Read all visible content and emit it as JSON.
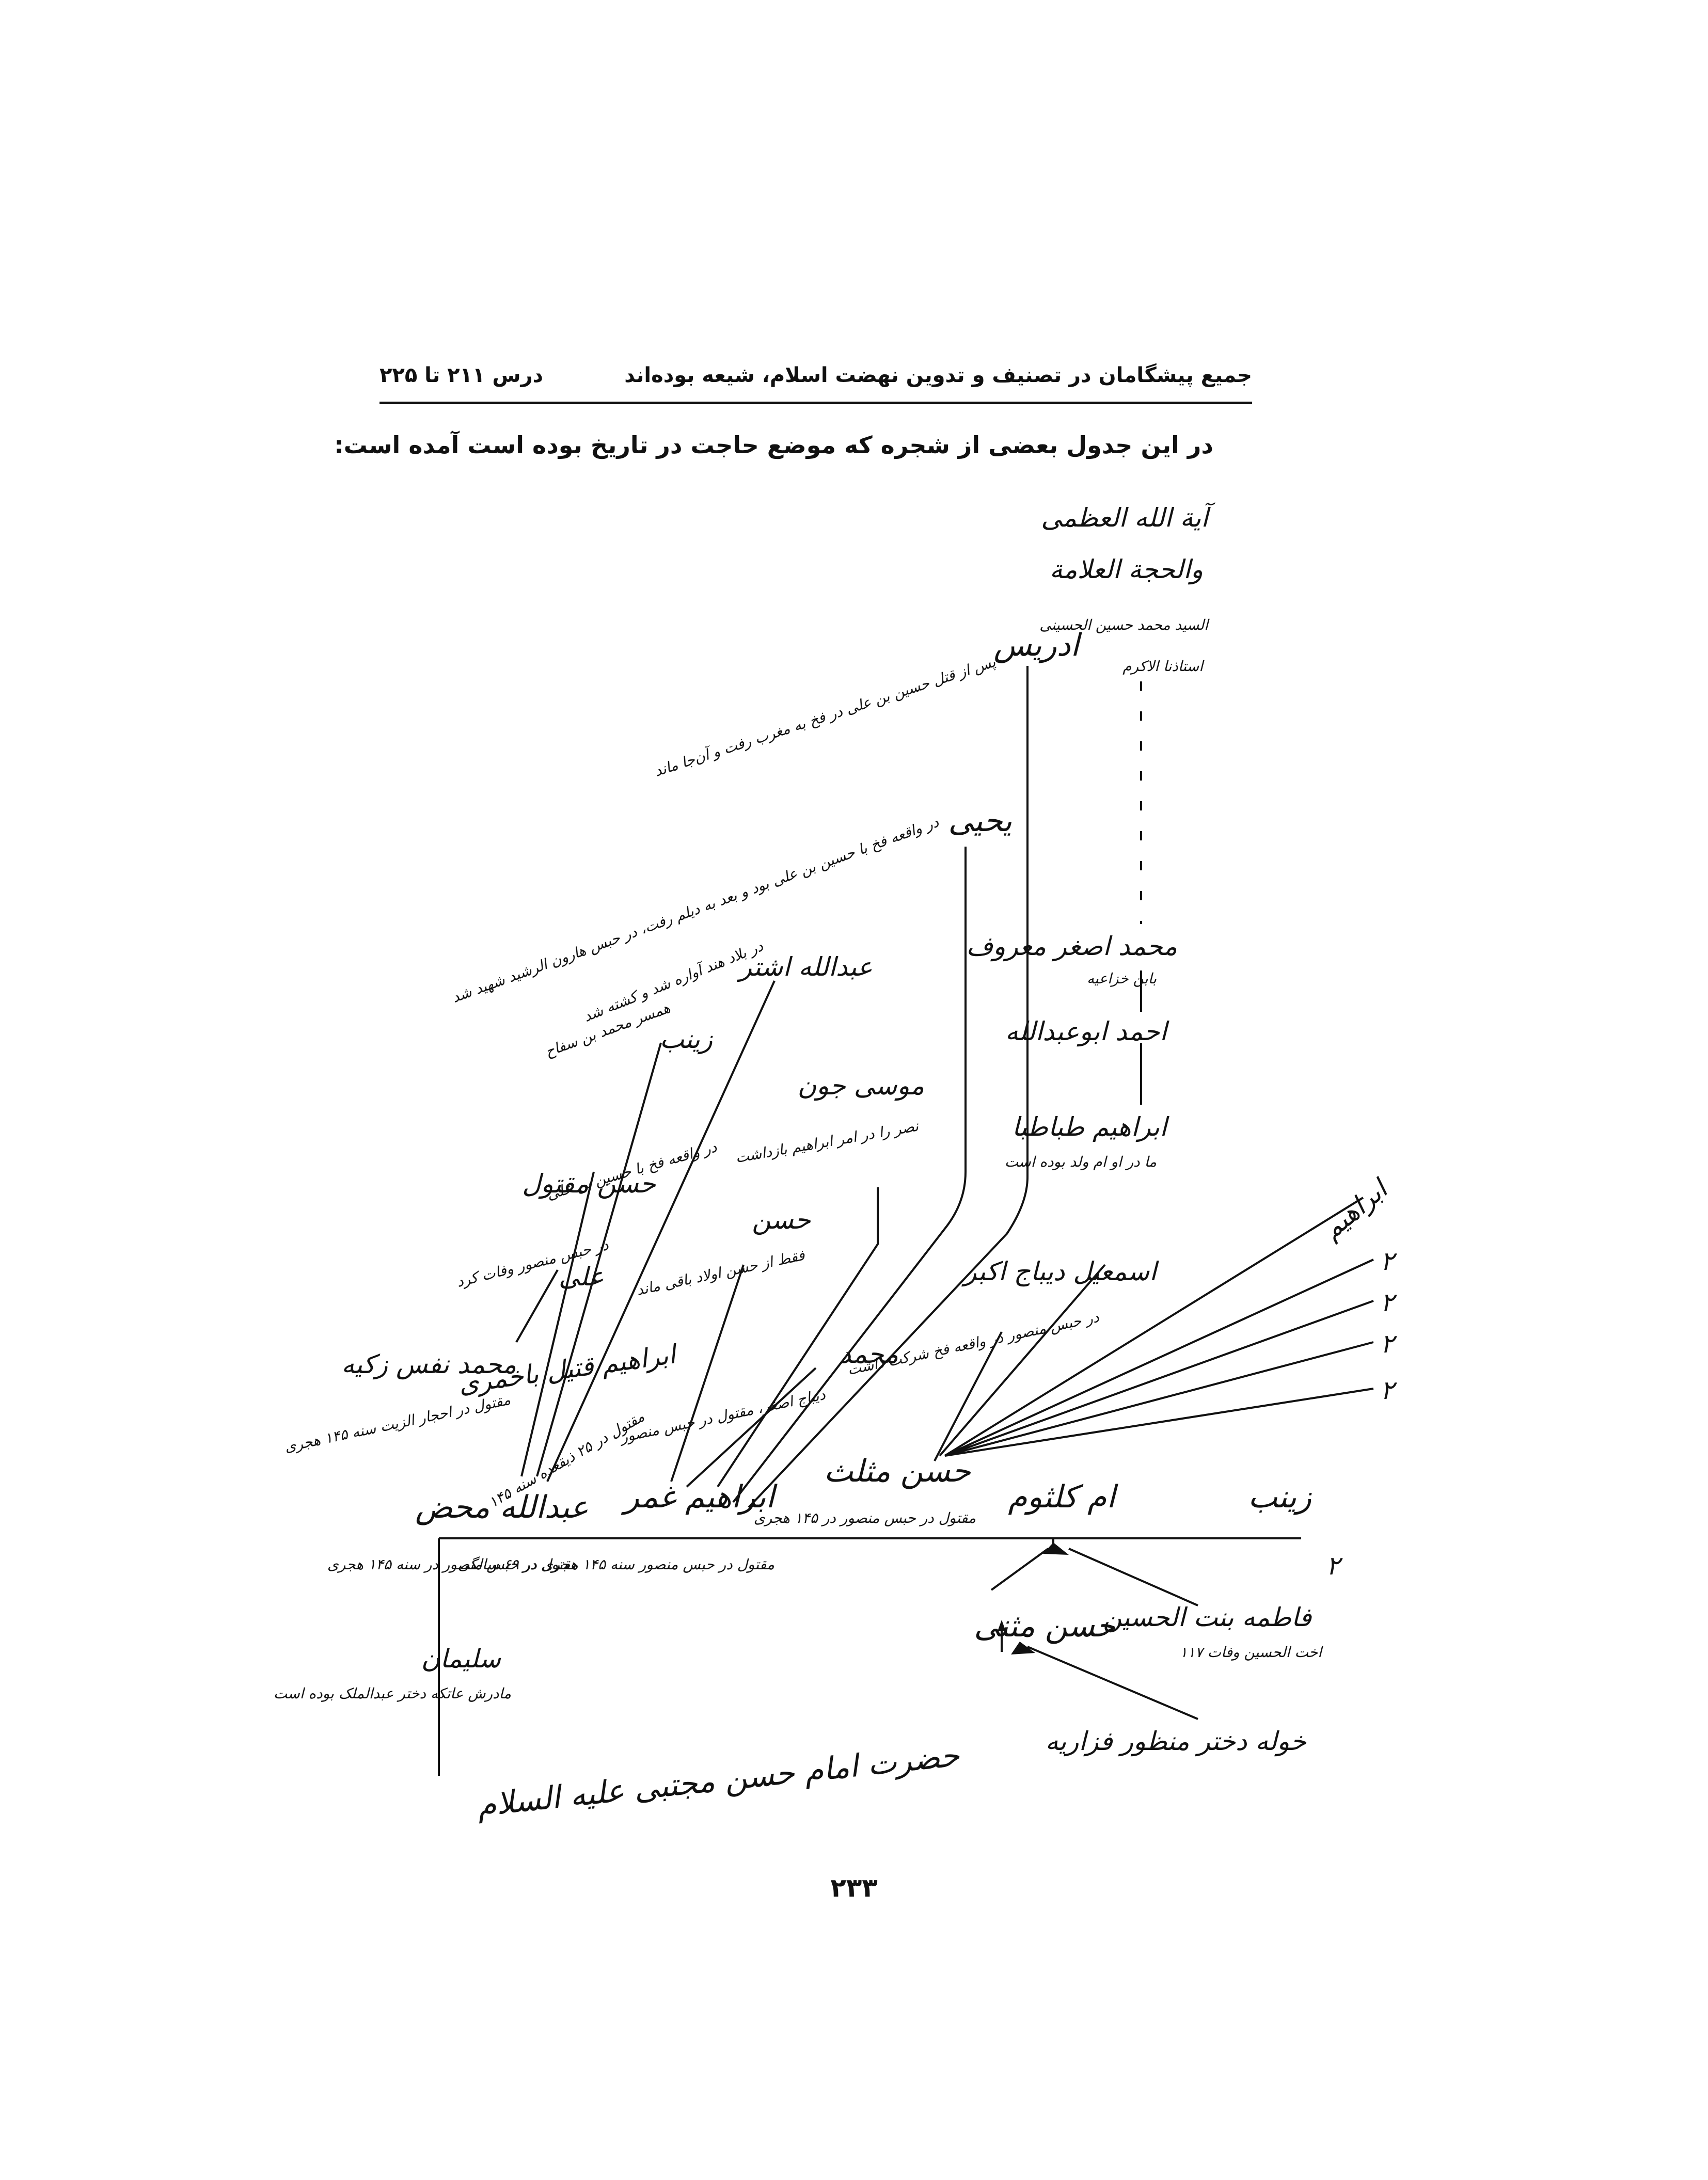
{
  "header": {
    "title": "جمیع پیشگامان در تصنیف و تدوین نهضت اسلام، شیعه بوده‌اند",
    "lesson_range": "درس ۲۱۱ تا ۲۲۵"
  },
  "intro_text": "در این جدول بعضی از شجره که موضع حاجت در تاریخ بوده است آمده است:",
  "tree": {
    "author": {
      "lines": [
        "آیة الله العظمی",
        "والحجة العلامة",
        "السید محمد حسین الحسینی",
        "استاذنا الاکرم"
      ]
    },
    "chain": [
      {
        "name": "محمد اصغر معروف",
        "note": "بابن خزاعیه"
      },
      {
        "name": "احمد ابوعبدالله",
        "note": ""
      },
      {
        "name": "ابراهیم طباطبا",
        "note": "ما در او ام ولد بوده است"
      }
    ],
    "children": [
      {
        "name": "ادریس",
        "note": "پس از قتل حسین بن علی در فخ به مغرب رفت و آن‌جا ماند"
      },
      {
        "name": "یحیی",
        "note": "در واقعه فخ با حسین بن علی بود و بعد به دیلم رفت، در حبس هارون الرشید شهید شد"
      },
      {
        "name": "عبدالله اشتر",
        "note": "در بلاد هند آواره شد و کشته شد"
      },
      {
        "name": "زینب",
        "note": "همسر محمد بن سفاح"
      },
      {
        "name": "موسی جون",
        "note": "نصر را در امر ابراهیم بازداشت"
      },
      {
        "name": "حسن مقتول",
        "note": "در واقعه فخ با حسین بن علی"
      },
      {
        "name": "حسن",
        "note": "فقط از حسن اولاد باقی ماند"
      },
      {
        "name": "علی",
        "note": "در حبس منصور وفات کرد"
      },
      {
        "name": "محمد نفس زکیه",
        "note": "مقتول در احجار الزیت سنه ۱۴۵ هجری"
      },
      {
        "name": "ابراهیم قتیل باخمری",
        "note": "مقتول در ۲۵ ذیقعده سنه ۱۴۵"
      },
      {
        "name": "محمد",
        "note": "دیباج اصغر، مقتول در حبس منصور"
      },
      {
        "name": "اسمعیل دیباج اکبر",
        "note": "در حبس منصور در واقعه فخ شرکت داشت"
      },
      {
        "name": "ابراهیم",
        "note": ""
      }
    ],
    "small_marks": [
      "۲",
      "۲",
      "۲",
      "۲"
    ],
    "generation_2": [
      {
        "name": "عبدالله محض",
        "note": "مقتول در حبس منصور در سنه ۱۴۵ هجری"
      },
      {
        "name": "ابراهیم غمر",
        "note": "مقتول در حبس منصور سنه ۱۴۵ هجری در ۶۹ سالگی"
      },
      {
        "name": "حسن مثلث",
        "note": "مقتول در حبس منصور در ۱۴۵ هجری"
      },
      {
        "name": "ام کلثوم",
        "note": ""
      },
      {
        "name": "زینب",
        "note": ""
      }
    ],
    "sulayman": {
      "name": "سلیمان",
      "note": "مادرش عاتکه دختر عبدالملک بوده است"
    },
    "fatima": {
      "name": "فاطمه بنت الحسین",
      "note": "اخت الحسین وفات ۱۱۷"
    },
    "hasan_muthanna": {
      "name": "حسن مثنی"
    },
    "khawla": {
      "name": "خوله دختر منظور فزاریه"
    },
    "imam": {
      "name": "حضرت امام حسن مجتبی علیه السلام"
    },
    "number_mark": "۲"
  },
  "page_number": "۲۳۳"
}
